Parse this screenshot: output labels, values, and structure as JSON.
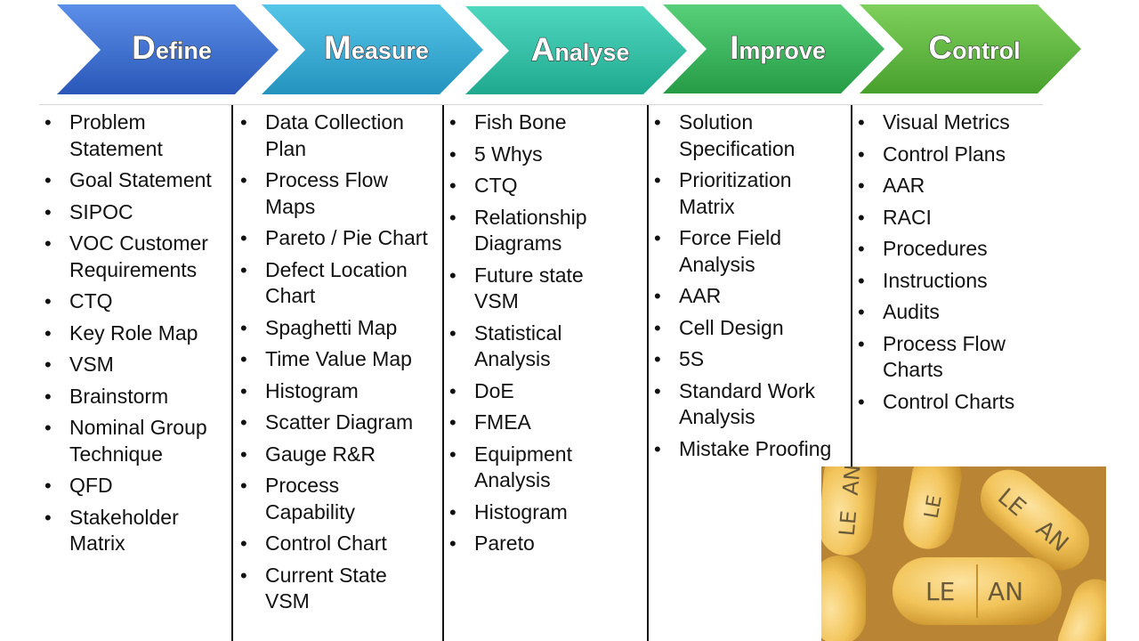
{
  "phases": [
    {
      "id": "define",
      "initial": "D",
      "rest": "efine",
      "label": "Define",
      "color": "#3f6fd0"
    },
    {
      "id": "measure",
      "initial": "M",
      "rest": "easure",
      "label": "Measure",
      "color": "#33a8cf"
    },
    {
      "id": "analyse",
      "initial": "A",
      "rest": "nalyse",
      "label": "Analyse",
      "color": "#2dc0a6"
    },
    {
      "id": "improve",
      "initial": "I",
      "rest": "mprove",
      "label": "Improve",
      "color": "#35b55a"
    },
    {
      "id": "control",
      "initial": "C",
      "rest": "ontrol",
      "label": "Control",
      "color": "#5fb53f"
    }
  ],
  "columns": {
    "define": [
      "Problem Statement",
      "Goal Statement",
      "SIPOC",
      "VOC Customer Requirements",
      "CTQ",
      "Key Role Map",
      "VSM",
      "Brainstorm",
      "Nominal Group Technique",
      "QFD",
      "Stakeholder Matrix"
    ],
    "measure": [
      "Data Collection Plan",
      "Process Flow Maps",
      "Pareto / Pie Chart",
      "Defect Location Chart",
      "Spaghetti Map",
      "Time Value Map",
      "Histogram",
      "Scatter Diagram",
      "Gauge R&R",
      "Process Capability",
      "Control Chart",
      "Current State VSM"
    ],
    "analyse": [
      "Fish Bone",
      "5 Whys",
      "CTQ",
      "Relationship Diagrams",
      "Future state VSM",
      "Statistical Analysis",
      "DoE",
      "FMEA",
      "Equipment Analysis",
      "Histogram",
      "Pareto"
    ],
    "improve": [
      "Solution Specification",
      "Prioritization Matrix",
      "Force Field Analysis",
      "AAR",
      "Cell Design",
      "5S",
      "Standard Work Analysis",
      "Mistake Proofing"
    ],
    "control": [
      "Visual Metrics",
      "Control Plans",
      "AAR",
      "RACI",
      "Procedures",
      "Instructions",
      "Audits",
      "Process Flow Charts",
      "Control Charts"
    ]
  },
  "image": {
    "pill_text_left": "LE",
    "pill_text_right": "AN",
    "pill_color": "#f2c45a",
    "pill_shadow": "#c8902a",
    "pill_highlight": "#fde3a0"
  }
}
